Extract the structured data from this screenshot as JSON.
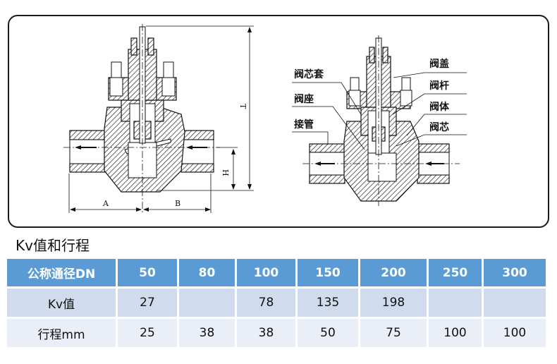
{
  "diagram": {
    "left_view": {
      "dimension_labels": [
        "T",
        "H",
        "A",
        "B"
      ]
    },
    "right_view": {
      "part_labels_left": [
        "阀芯套",
        "阀座",
        "接管"
      ],
      "part_labels_right": [
        "阀盖",
        "阀杆",
        "阀体",
        "阀芯"
      ]
    }
  },
  "section_title": "Kv值和行程",
  "table": {
    "header": [
      "公称通径DN",
      "50",
      "80",
      "100",
      "150",
      "200",
      "250",
      "300"
    ],
    "rows": [
      [
        "Kv值",
        "27",
        "",
        "78",
        "135",
        "198",
        "",
        ""
      ],
      [
        "行程mm",
        "25",
        "38",
        "38",
        "50",
        "75",
        "100",
        "100"
      ]
    ]
  },
  "colors": {
    "header_bg": "#5b9bd5",
    "row1_bg": "#d0dcee",
    "row2_bg": "#e9eef7"
  }
}
